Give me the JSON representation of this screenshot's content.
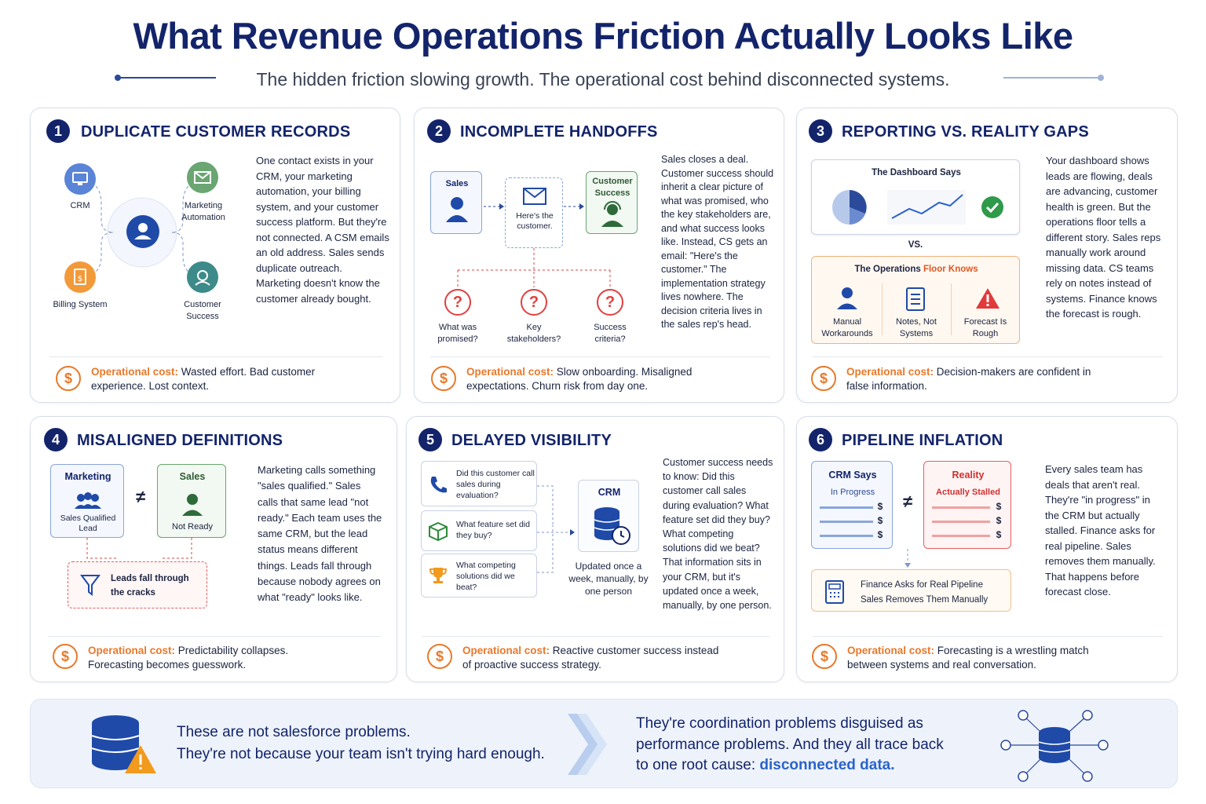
{
  "header": {
    "title": "What Revenue Operations Friction Actually Looks Like",
    "subtitle": "The hidden friction slowing growth. The operational cost behind disconnected systems."
  },
  "cost_label": "Operational cost:",
  "panels": [
    {
      "number": "1",
      "title": "DUPLICATE CUSTOMER RECORDS",
      "body": "One contact exists in your CRM, your marketing automation, your billing system, and your customer success platform. But they're not connected. A CSM emails an old address. Sales sends duplicate outreach. Marketing doesn't know the customer already bought.",
      "nodes": {
        "crm": "CRM",
        "marketing": "Marketing Automation",
        "billing": "Billing System",
        "cs": "Customer Success"
      },
      "cost": "Wasted effort. Bad customer experience. Lost context."
    },
    {
      "number": "2",
      "title": "INCOMPLETE HANDOFFS",
      "body": "Sales closes a deal. Customer success should inherit a clear picture of what was promised, who the key stakeholders are, and what success looks like. Instead, CS gets an email: \"Here's the customer.\" The implementation strategy lives nowhere. The decision criteria lives in the sales rep's head.",
      "sales": "Sales",
      "email": "Here's the customer.",
      "cs": "Customer Success",
      "questions": [
        "What was promised?",
        "Key stakeholders?",
        "Success criteria?"
      ],
      "cost": "Slow onboarding. Misaligned expectations. Churn risk from day one."
    },
    {
      "number": "3",
      "title": "REPORTING VS. REALITY GAPS",
      "body": "Your dashboard shows leads are flowing, deals are advancing, customer health is green. But the operations floor tells a different story. Sales reps manually work around missing data. CS teams rely on notes instead of systems. Finance knows the forecast is rough.",
      "dashboard_title": "The Dashboard Says",
      "vs": "VS.",
      "floor_title_a": "The Operations ",
      "floor_title_b": "Floor Knows",
      "items": [
        "Manual Workarounds",
        "Notes, Not Systems",
        "Forecast Is Rough"
      ],
      "cost": "Decision-makers are confident in false information."
    },
    {
      "number": "4",
      "title": "MISALIGNED DEFINITIONS",
      "body": "Marketing calls something \"sales qualified.\" Sales calls that same lead \"not ready.\" Each team uses the same CRM, but the lead status means different things. Leads fall through because nobody agrees on what \"ready\" looks like.",
      "marketing": "Marketing",
      "marketing_status": "Sales Qualified Lead",
      "sales": "Sales",
      "sales_status": "Not Ready",
      "neq": "≠",
      "fall": "Leads fall through the cracks",
      "cost": "Predictability collapses. Forecasting becomes guesswork."
    },
    {
      "number": "5",
      "title": "DELAYED VISIBILITY",
      "body": "Customer success needs to know: Did this customer call sales during evaluation? What feature set did they buy? What competing solutions did we beat? That information sits in your CRM, but it's updated once a week, manually, by one person.",
      "questions": [
        "Did this customer call sales during evaluation?",
        "What feature set did they buy?",
        "What competing solutions did we beat?"
      ],
      "crm": "CRM",
      "crm_note": "Updated once a week, manually, by one person",
      "cost": "Reactive customer success instead of proactive success strategy."
    },
    {
      "number": "6",
      "title": "PIPELINE INFLATION",
      "body": "Every sales team has deals that aren't real. They're \"in progress\" in the CRM but actually stalled. Finance asks for real pipeline. Sales removes them manually. That happens before forecast close.",
      "crm_says": "CRM Says",
      "crm_status": "In Progress",
      "reality": "Reality",
      "reality_status": "Actually Stalled",
      "currency": "$",
      "neq": "≠",
      "finance_a": "Finance Asks for Real Pipeline",
      "finance_b": "Sales Removes Them Manually",
      "cost": "Forecasting is a wrestling match between systems and real conversation."
    }
  ],
  "footer": {
    "left_a": "These are not salesforce problems.",
    "left_b": "They're not because your team isn't trying hard enough.",
    "right_a": "They're coordination problems disguised as",
    "right_b": "performance problems. And they all trace back",
    "right_c": "to one root cause: ",
    "right_highlight": "disconnected data."
  }
}
